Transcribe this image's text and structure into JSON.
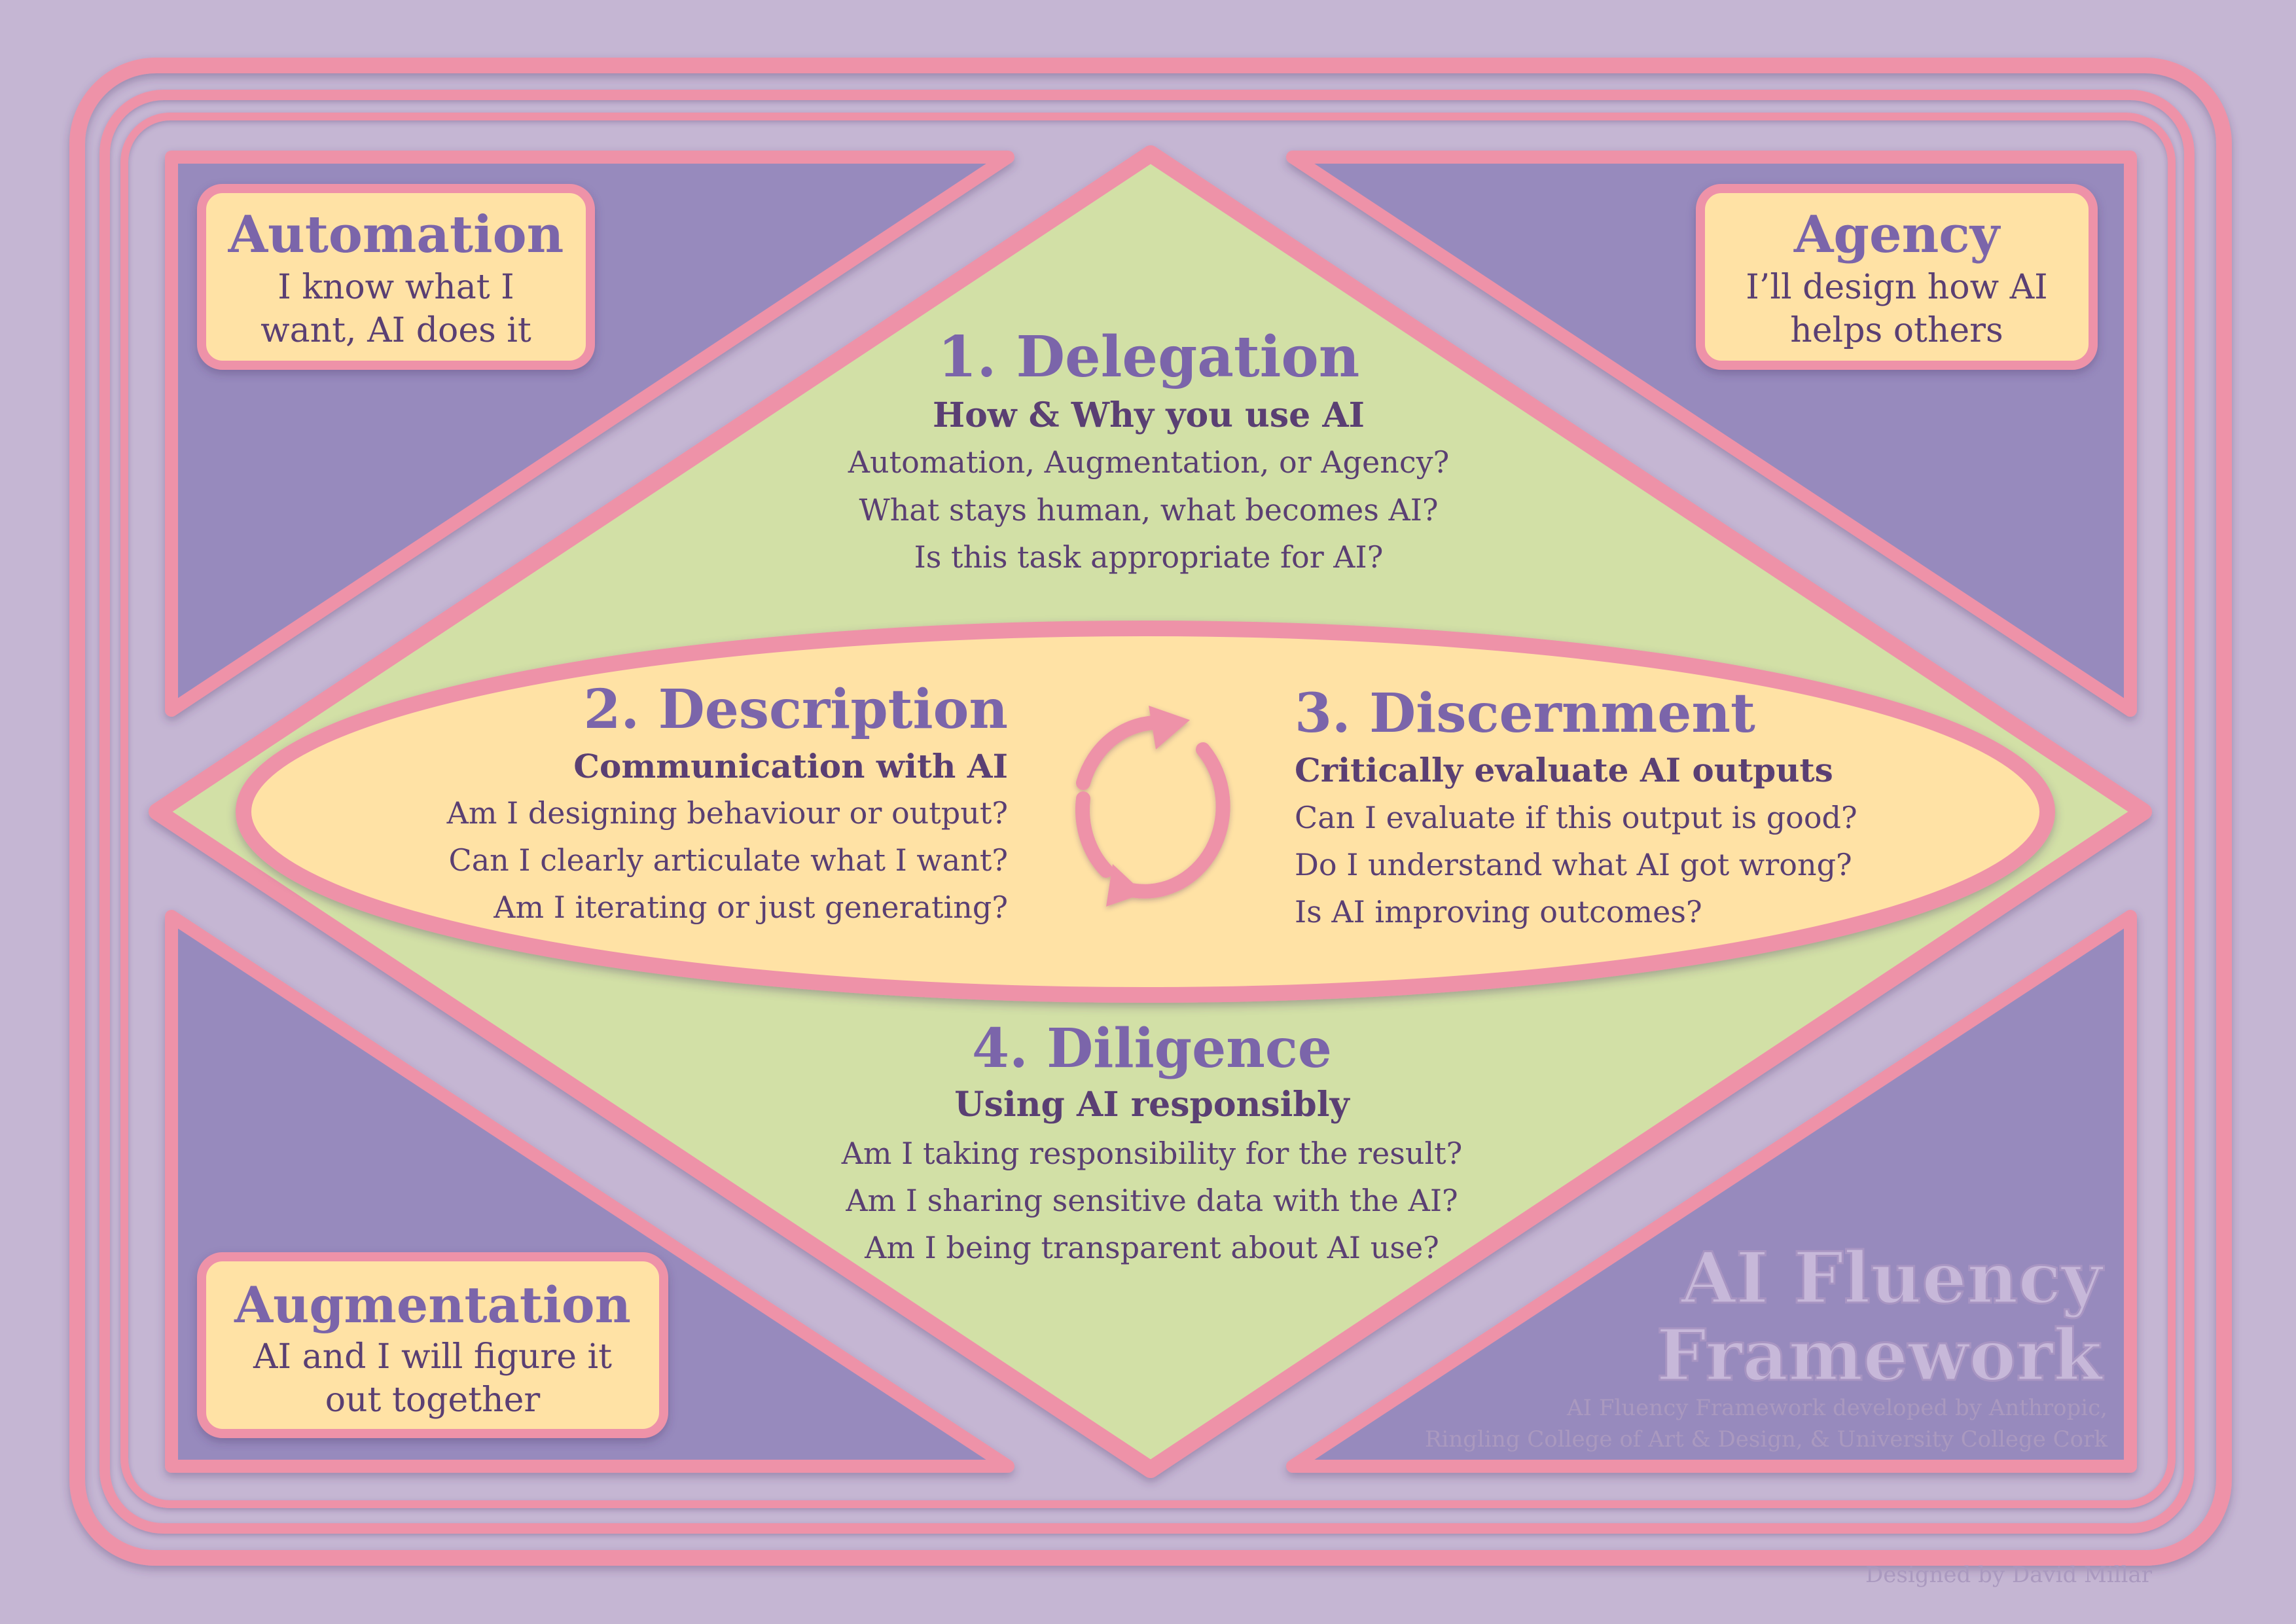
{
  "corner_boxes": {
    "automation": {
      "title": "Automation",
      "lines": [
        "I know what I",
        "want, AI does it"
      ]
    },
    "agency": {
      "title": "Agency",
      "lines": [
        "I’ll design how AI",
        "helps others"
      ]
    },
    "augmentation": {
      "title": "Augmentation",
      "lines": [
        "AI and I will figure it",
        "out together"
      ]
    }
  },
  "delegation": {
    "title": "1. Delegation",
    "subtitle": "How & Why you use AI",
    "questions": [
      "Automation, Augmentation, or Agency?",
      "What stays human, what becomes AI?",
      "Is this task appropriate for AI?"
    ]
  },
  "description": {
    "title": "2. Description",
    "subtitle": "Communication with AI",
    "questions": [
      "Am I designing behaviour or output?",
      "Can I clearly articulate what I want?",
      "Am I iterating or just generating?"
    ]
  },
  "discernment": {
    "title": "3. Discernment",
    "subtitle": "Critically evaluate AI outputs",
    "questions": [
      "Can I evaluate if this output is good?",
      "Do I understand what AI got wrong?",
      "Is AI improving outcomes?"
    ]
  },
  "diligence": {
    "title": "4. Diligence",
    "subtitle": "Using AI responsibly",
    "questions": [
      "Am I taking responsibility for the result?",
      "Am I sharing sensitive data with the AI?",
      "Am I being transparent about AI use?"
    ]
  },
  "branding": {
    "title_line1": "AI Fluency",
    "title_line2": "Framework",
    "credit_line1": "AI Fluency Framework developed by Anthropic,",
    "credit_line2": "Ringling College of Art & Design, & University College Cork",
    "designer": "Designed by David Millar"
  },
  "icons": {
    "cycle": "cycle-arrows-icon"
  },
  "colors": {
    "background": "#c5b6d3",
    "pink": "#ee92a8",
    "purple_panel": "#978abd",
    "green": "#d2e0a6",
    "yellow": "#ffe2a5",
    "title": "#7b65aa",
    "text": "#5a3f73"
  }
}
